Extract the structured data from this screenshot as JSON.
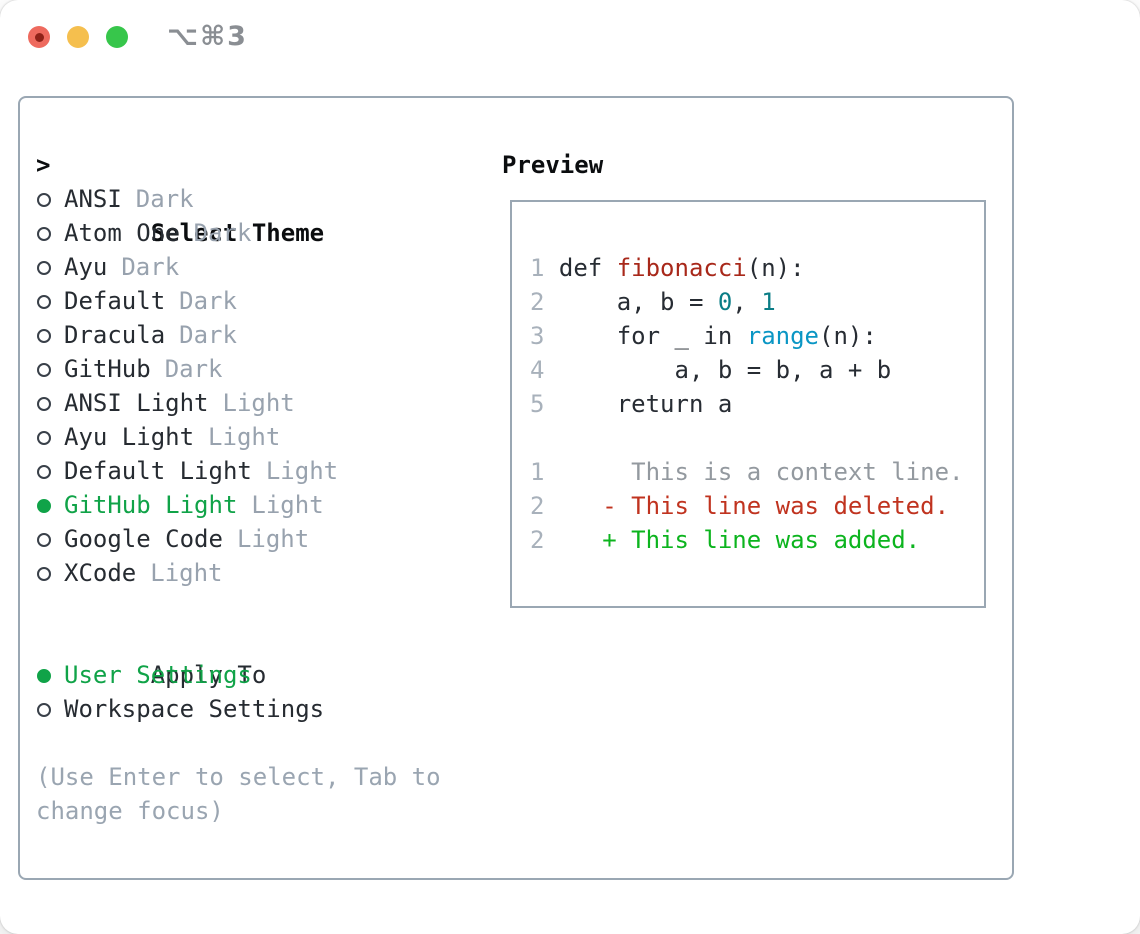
{
  "window": {
    "title_shortcut": "⌥⌘3"
  },
  "traffic_lights": {
    "close_color": "#ee6a5e",
    "close_dot_color": "#7e150c",
    "minimize_color": "#f5bf4e",
    "zoom_color": "#37c64b"
  },
  "colors": {
    "panel_border": "#9aa7b3",
    "selection_green": "#10a348",
    "added_green": "#0cb41e",
    "deleted_red": "#c0331f",
    "function_red": "#a8281a",
    "number_teal": "#0b7d86",
    "builtin_blue": "#0a96c4",
    "muted_gray": "#9aa5b1",
    "text_dark": "#262b31"
  },
  "theme_selector": {
    "header_marker": ">",
    "header": "Select Theme",
    "themes": [
      {
        "name": "ANSI",
        "variant": "Dark",
        "selected": false
      },
      {
        "name": "Atom One",
        "variant": "Dark",
        "selected": false
      },
      {
        "name": "Ayu",
        "variant": "Dark",
        "selected": false
      },
      {
        "name": "Default",
        "variant": "Dark",
        "selected": false
      },
      {
        "name": "Dracula",
        "variant": "Dark",
        "selected": false
      },
      {
        "name": "GitHub",
        "variant": "Dark",
        "selected": false
      },
      {
        "name": "ANSI Light",
        "variant": "Light",
        "selected": false
      },
      {
        "name": "Ayu Light",
        "variant": "Light",
        "selected": false
      },
      {
        "name": "Default Light",
        "variant": "Light",
        "selected": false
      },
      {
        "name": "GitHub Light",
        "variant": "Light",
        "selected": true
      },
      {
        "name": "Google Code",
        "variant": "Light",
        "selected": false
      },
      {
        "name": "XCode",
        "variant": "Light",
        "selected": false
      }
    ],
    "apply_to": {
      "header": "Apply To",
      "options": [
        {
          "label": "User Settings",
          "selected": true
        },
        {
          "label": "Workspace Settings",
          "selected": false
        }
      ]
    },
    "hint": "(Use Enter to select, Tab to change focus)"
  },
  "preview": {
    "header": "Preview",
    "code_lines": [
      {
        "segs": [
          [
            "1",
            "num"
          ],
          [
            " def ",
            "code"
          ],
          [
            "fibonacci",
            "fn"
          ],
          [
            "(n):",
            "code"
          ]
        ]
      },
      {
        "segs": [
          [
            "2",
            "num"
          ],
          [
            "     a, b = ",
            "code"
          ],
          [
            "0",
            "lit"
          ],
          [
            ", ",
            "code"
          ],
          [
            "1",
            "lit"
          ]
        ]
      },
      {
        "segs": [
          [
            "3",
            "num"
          ],
          [
            "     for _ in ",
            "code"
          ],
          [
            "range",
            "bi"
          ],
          [
            "(n):",
            "code"
          ]
        ]
      },
      {
        "segs": [
          [
            "4",
            "num"
          ],
          [
            "         a, b = b, a + b",
            "code"
          ]
        ]
      },
      {
        "segs": [
          [
            "5",
            "num"
          ],
          [
            "     return a",
            "code"
          ]
        ]
      },
      {
        "segs": []
      },
      {
        "segs": [
          [
            "1",
            "num"
          ],
          [
            "      This is a context line.",
            "ctx"
          ]
        ]
      },
      {
        "segs": [
          [
            "2",
            "num"
          ],
          [
            "    - This line was deleted.",
            "del"
          ]
        ]
      },
      {
        "segs": [
          [
            "2",
            "num"
          ],
          [
            "    + This line was added.",
            "add"
          ]
        ]
      }
    ]
  }
}
